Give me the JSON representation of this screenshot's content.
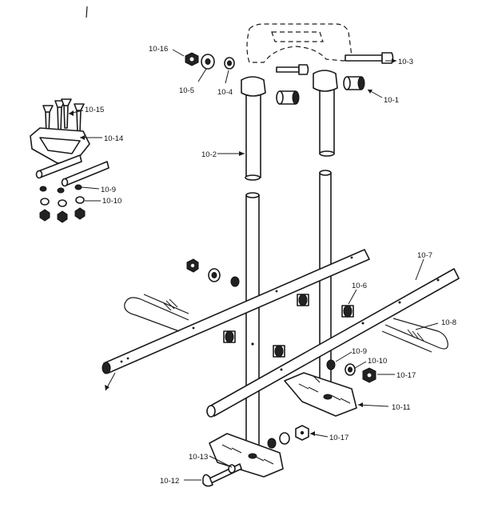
{
  "callouts": [
    {
      "id": "c_10_16",
      "text": "10-16"
    },
    {
      "id": "c_10_5",
      "text": "10-5"
    },
    {
      "id": "c_10_4",
      "text": "10-4"
    },
    {
      "id": "c_10_3",
      "text": "10-3"
    },
    {
      "id": "c_10_1",
      "text": "10-1"
    },
    {
      "id": "c_10_2",
      "text": "10-2"
    },
    {
      "id": "c_10_15",
      "text": "10-15"
    },
    {
      "id": "c_10_14",
      "text": "10-14"
    },
    {
      "id": "c_10_9a",
      "text": "10-9"
    },
    {
      "id": "c_10_10a",
      "text": "10-10"
    },
    {
      "id": "c_10_7",
      "text": "10-7"
    },
    {
      "id": "c_10_6",
      "text": "10-6"
    },
    {
      "id": "c_10_8",
      "text": "10-8"
    },
    {
      "id": "c_10_9b",
      "text": "10-9"
    },
    {
      "id": "c_10_10b",
      "text": "10-10"
    },
    {
      "id": "c_10_17a",
      "text": "10-17"
    },
    {
      "id": "c_10_11",
      "text": "10-11"
    },
    {
      "id": "c_10_17b",
      "text": "10-17"
    },
    {
      "id": "c_10_13",
      "text": "10-13"
    },
    {
      "id": "c_10_12",
      "text": "10-12"
    }
  ]
}
